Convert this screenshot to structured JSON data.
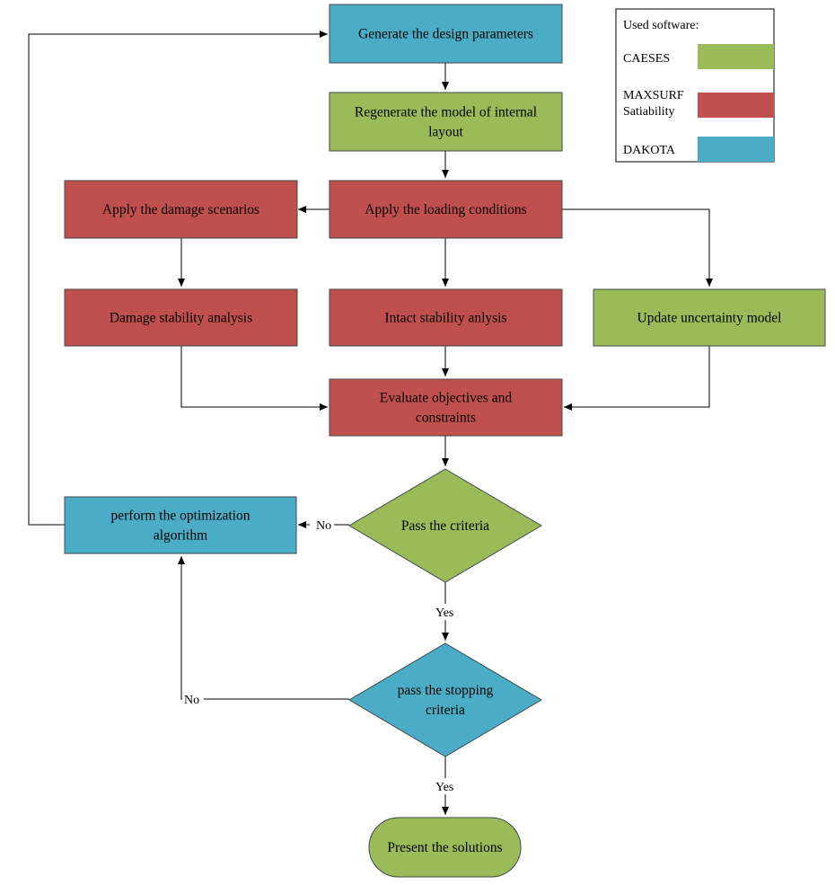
{
  "colors": {
    "green": "#9bbb59",
    "red": "#c0504d",
    "blue": "#4bacc6",
    "border": "#41484f"
  },
  "nodes": {
    "generate": {
      "lines": [
        "Generate the design parameters"
      ],
      "color": "blue"
    },
    "regenerate": {
      "lines": [
        "Regenerate the model of internal",
        "layout"
      ],
      "color": "green"
    },
    "loading": {
      "lines": [
        "Apply the loading conditions"
      ],
      "color": "red"
    },
    "damage_scenarios": {
      "lines": [
        "Apply the damage scenarios"
      ],
      "color": "red"
    },
    "damage_stability": {
      "lines": [
        "Damage stability analysis"
      ],
      "color": "red"
    },
    "intact_stability": {
      "lines": [
        "Intact stability anlysis"
      ],
      "color": "red"
    },
    "uncertainty": {
      "lines": [
        "Update uncertainty model"
      ],
      "color": "green"
    },
    "evaluate": {
      "lines": [
        "Evaluate objectives and",
        "constraints"
      ],
      "color": "red"
    },
    "pass_criteria": {
      "lines": [
        "Pass the criteria"
      ],
      "color": "green"
    },
    "optimization": {
      "lines": [
        "perform the optimization",
        "algorithm"
      ],
      "color": "blue"
    },
    "stopping": {
      "lines": [
        "pass the stopping",
        "criteria"
      ],
      "color": "blue"
    },
    "present": {
      "lines": [
        "Present the solutions"
      ],
      "color": "green"
    }
  },
  "edge_labels": {
    "criteria_no": "No",
    "criteria_yes": "Yes",
    "stopping_no": "No",
    "stopping_yes": "Yes"
  },
  "legend": {
    "title": "Used software:",
    "entries": [
      {
        "lines": [
          "CAESES"
        ],
        "color": "green"
      },
      {
        "lines": [
          "MAXSURF",
          "Satiability"
        ],
        "color": "red"
      },
      {
        "lines": [
          "DAKOTA"
        ],
        "color": "blue"
      }
    ]
  }
}
